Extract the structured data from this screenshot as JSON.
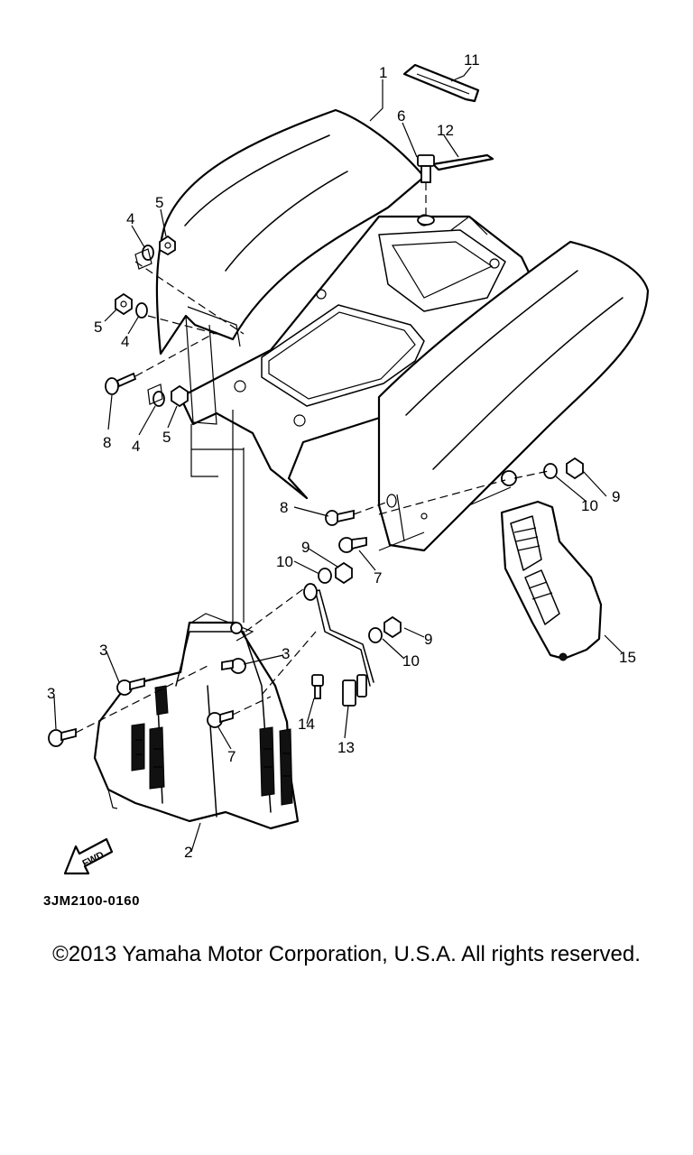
{
  "diagram": {
    "drawing_code": "3JM2100-0160",
    "fwd_label": "FWD",
    "callouts": [
      "1",
      "2",
      "3",
      "3",
      "3",
      "4",
      "4",
      "4",
      "5",
      "5",
      "5",
      "6",
      "7",
      "7",
      "8",
      "8",
      "9",
      "9",
      "9",
      "10",
      "10",
      "10",
      "11",
      "12",
      "13",
      "14",
      "15"
    ]
  },
  "footer": {
    "copyright": "©2013 Yamaha Motor Corporation, U.S.A. All rights reserved."
  }
}
